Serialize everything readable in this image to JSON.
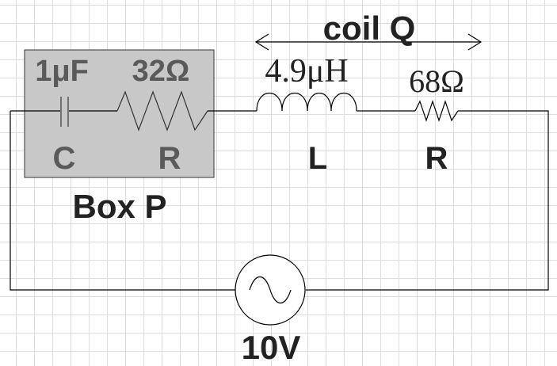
{
  "box": {
    "label": "Box P",
    "capacitor_value": "1μF",
    "resistor_value": "32Ω",
    "capacitor_symbol": "C",
    "resistor_symbol": "R"
  },
  "coil": {
    "label": "coil Q",
    "inductor_value": "4.9μH",
    "resistor_value": "68Ω",
    "inductor_symbol": "L",
    "resistor_symbol": "R"
  },
  "source": {
    "voltage": "10V"
  },
  "colors": {
    "wire": "#000000",
    "box_fill": "#c8c8c8",
    "box_text": "#5a5a5a",
    "box_stroke": "#333333",
    "grid": "#dedede"
  }
}
